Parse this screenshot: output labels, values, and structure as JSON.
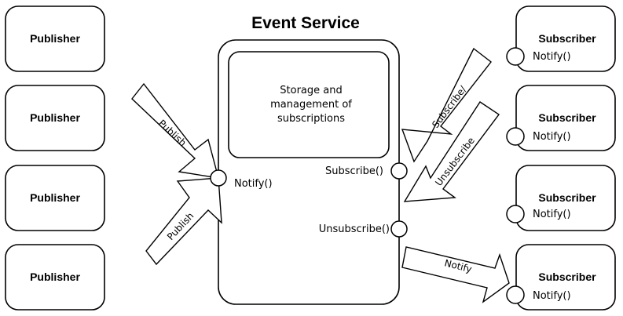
{
  "title": "Event Service",
  "publishers": [
    {
      "label": "Publisher"
    },
    {
      "label": "Publisher"
    },
    {
      "label": "Publisher"
    },
    {
      "label": "Publisher"
    }
  ],
  "subscribers": [
    {
      "label": "Subscriber",
      "port_label": "Notify()"
    },
    {
      "label": "Subscriber",
      "port_label": "Notify()"
    },
    {
      "label": "Subscriber",
      "port_label": "Notify()"
    },
    {
      "label": "Subscriber",
      "port_label": "Notify()"
    }
  ],
  "storage": {
    "lines": [
      "Storage and",
      "management of",
      "subscriptions"
    ]
  },
  "ports": {
    "notify": "Notify()",
    "subscribe": "Subscribe()",
    "unsubscribe": "Unsubscribe()"
  },
  "arrows": {
    "publish_top": "Publish",
    "publish_bottom": "Publish",
    "subscribe": "Subscribe/",
    "unsubscribe": "Unsubscribe",
    "notify": "Notify"
  }
}
